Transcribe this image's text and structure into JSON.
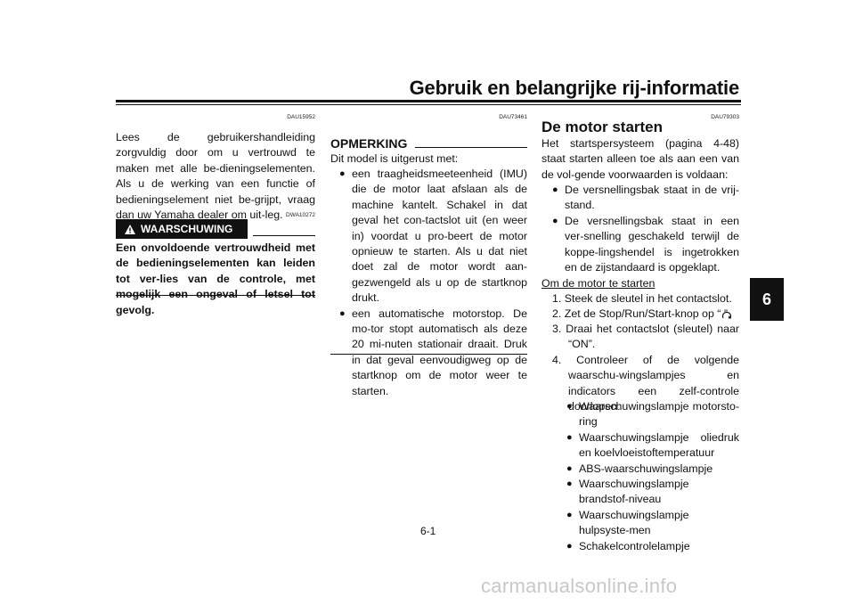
{
  "header": {
    "title": "Gebruik en belangrijke rij-informatie"
  },
  "chapter_tab": "6",
  "page_number": "6-1",
  "watermark": "carmanualsonline.info",
  "col1": {
    "code": "DAU15952",
    "intro": "Lees de gebruikershandleiding zorgvuldig door om u vertrouwd te maken met alle be-dieningselementen. Als u de werking van een functie of bedieningselement niet be-grijpt, vraag dan uw Yamaha dealer om uit-leg.",
    "warning_code": "DWA10272",
    "warning_label": "WAARSCHUWING",
    "warning_text": "Een onvoldoende vertrouwdheid met de bedieningselementen kan leiden tot ver-lies van de controle, met mogelijk een ongeval of letsel tot gevolg."
  },
  "col2": {
    "code": "DAU73461",
    "heading": "OPMERKING",
    "lead": "Dit model is uitgerust met:",
    "items": [
      "een traagheidsmeeteenheid (IMU) die de motor laat afslaan als de machine kantelt. Schakel in dat geval het con-tactslot uit (en weer in) voordat u pro-beert de motor opnieuw te starten. Als u dat niet doet zal de motor wordt aan-gezwengeld als u op de startknop drukt.",
      "een automatische motorstop. De mo-tor stopt automatisch als deze 20 mi-nuten stationair draait. Druk in dat geval eenvoudigweg op de startknop om de motor weer te starten."
    ]
  },
  "col3": {
    "code": "DAU79303",
    "heading": "De motor starten",
    "intro": "Het startspersysteem (pagina 4-48) staat starten alleen toe als aan een van de vol-gende voorwaarden is voldaan:",
    "conditions": [
      "De versnellingsbak staat in de vrij-stand.",
      "De versnellingsbak staat in een ver-snelling geschakeld terwijl de koppe-lingshendel is ingetrokken en de zijstandaard is opgeklapt."
    ],
    "subheading": "Om de motor te starten",
    "steps": [
      "1. Steek de sleutel in het contactslot.",
      "2. Zet de Stop/Run/Start-knop op “ ”.",
      "3. Draai het contactslot (sleutel) naar “ON”.",
      "4. Controleer of de volgende waarschu-wingslampjes en indicators een zelf-controle doorlopen."
    ],
    "lamps": [
      "Waarschuwingslampje motorsto-ring",
      "Waarschuwingslampje oliedruk en koelvloeistoftemperatuur",
      "ABS-waarschuwingslampje",
      "Waarschuwingslampje brandstof-niveau",
      "Waarschuwingslampje hulpsyste-men",
      "Schakelcontrolelampje"
    ]
  }
}
